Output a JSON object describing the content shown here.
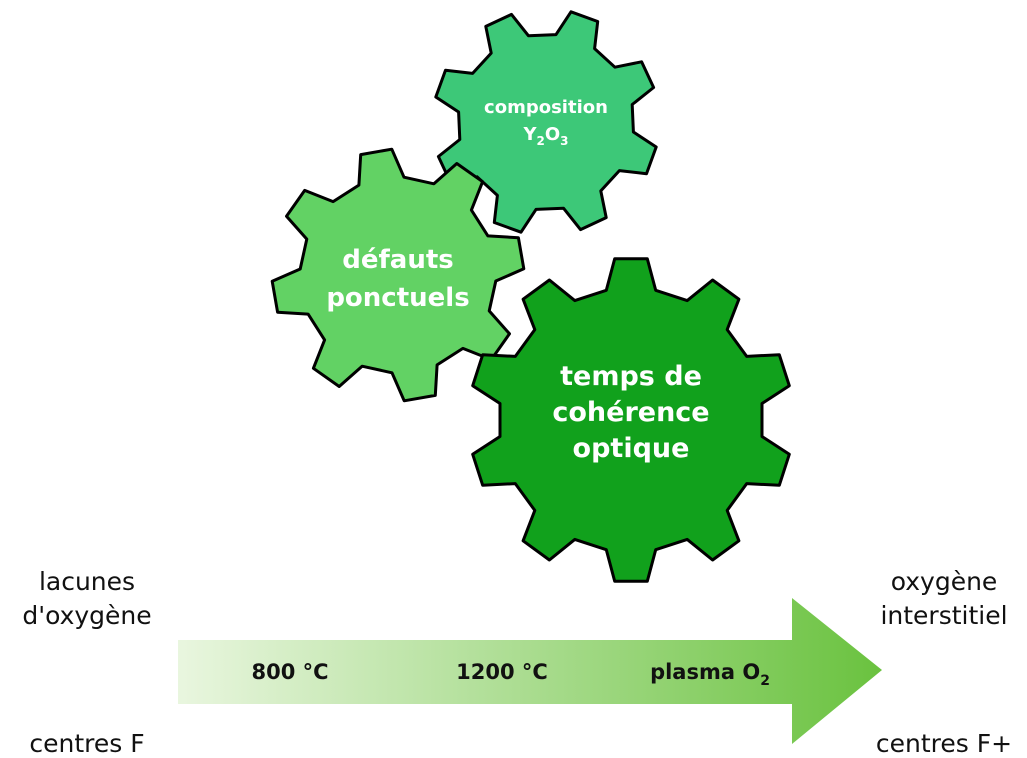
{
  "colors": {
    "gear_small": "#3dc878",
    "gear_medium": "#62d264",
    "gear_large": "#11a11c",
    "gear_outline": "#000000",
    "arrow_start": "#e9f6df",
    "arrow_end": "#6ac23f"
  },
  "gears": {
    "composition": {
      "line1": "composition",
      "line2_base_1": "Y",
      "line2_sub_1": "2",
      "line2_base_2": "O",
      "line2_sub_2": "3"
    },
    "defauts": {
      "line1": "défauts",
      "line2": "ponctuels"
    },
    "temps": {
      "line1": "temps de",
      "line2": "cohérence",
      "line3": "optique"
    }
  },
  "left_labels": {
    "top_line1": "lacunes",
    "top_line2": "d'oxygène",
    "bottom": "centres F"
  },
  "right_labels": {
    "top_line1": "oxygène",
    "top_line2": "interstitiel",
    "bottom": "centres F+"
  },
  "arrow": {
    "label_1": "800 °C",
    "label_2": "1200 °C",
    "label_3_base": "plasma O",
    "label_3_sub": "2"
  }
}
